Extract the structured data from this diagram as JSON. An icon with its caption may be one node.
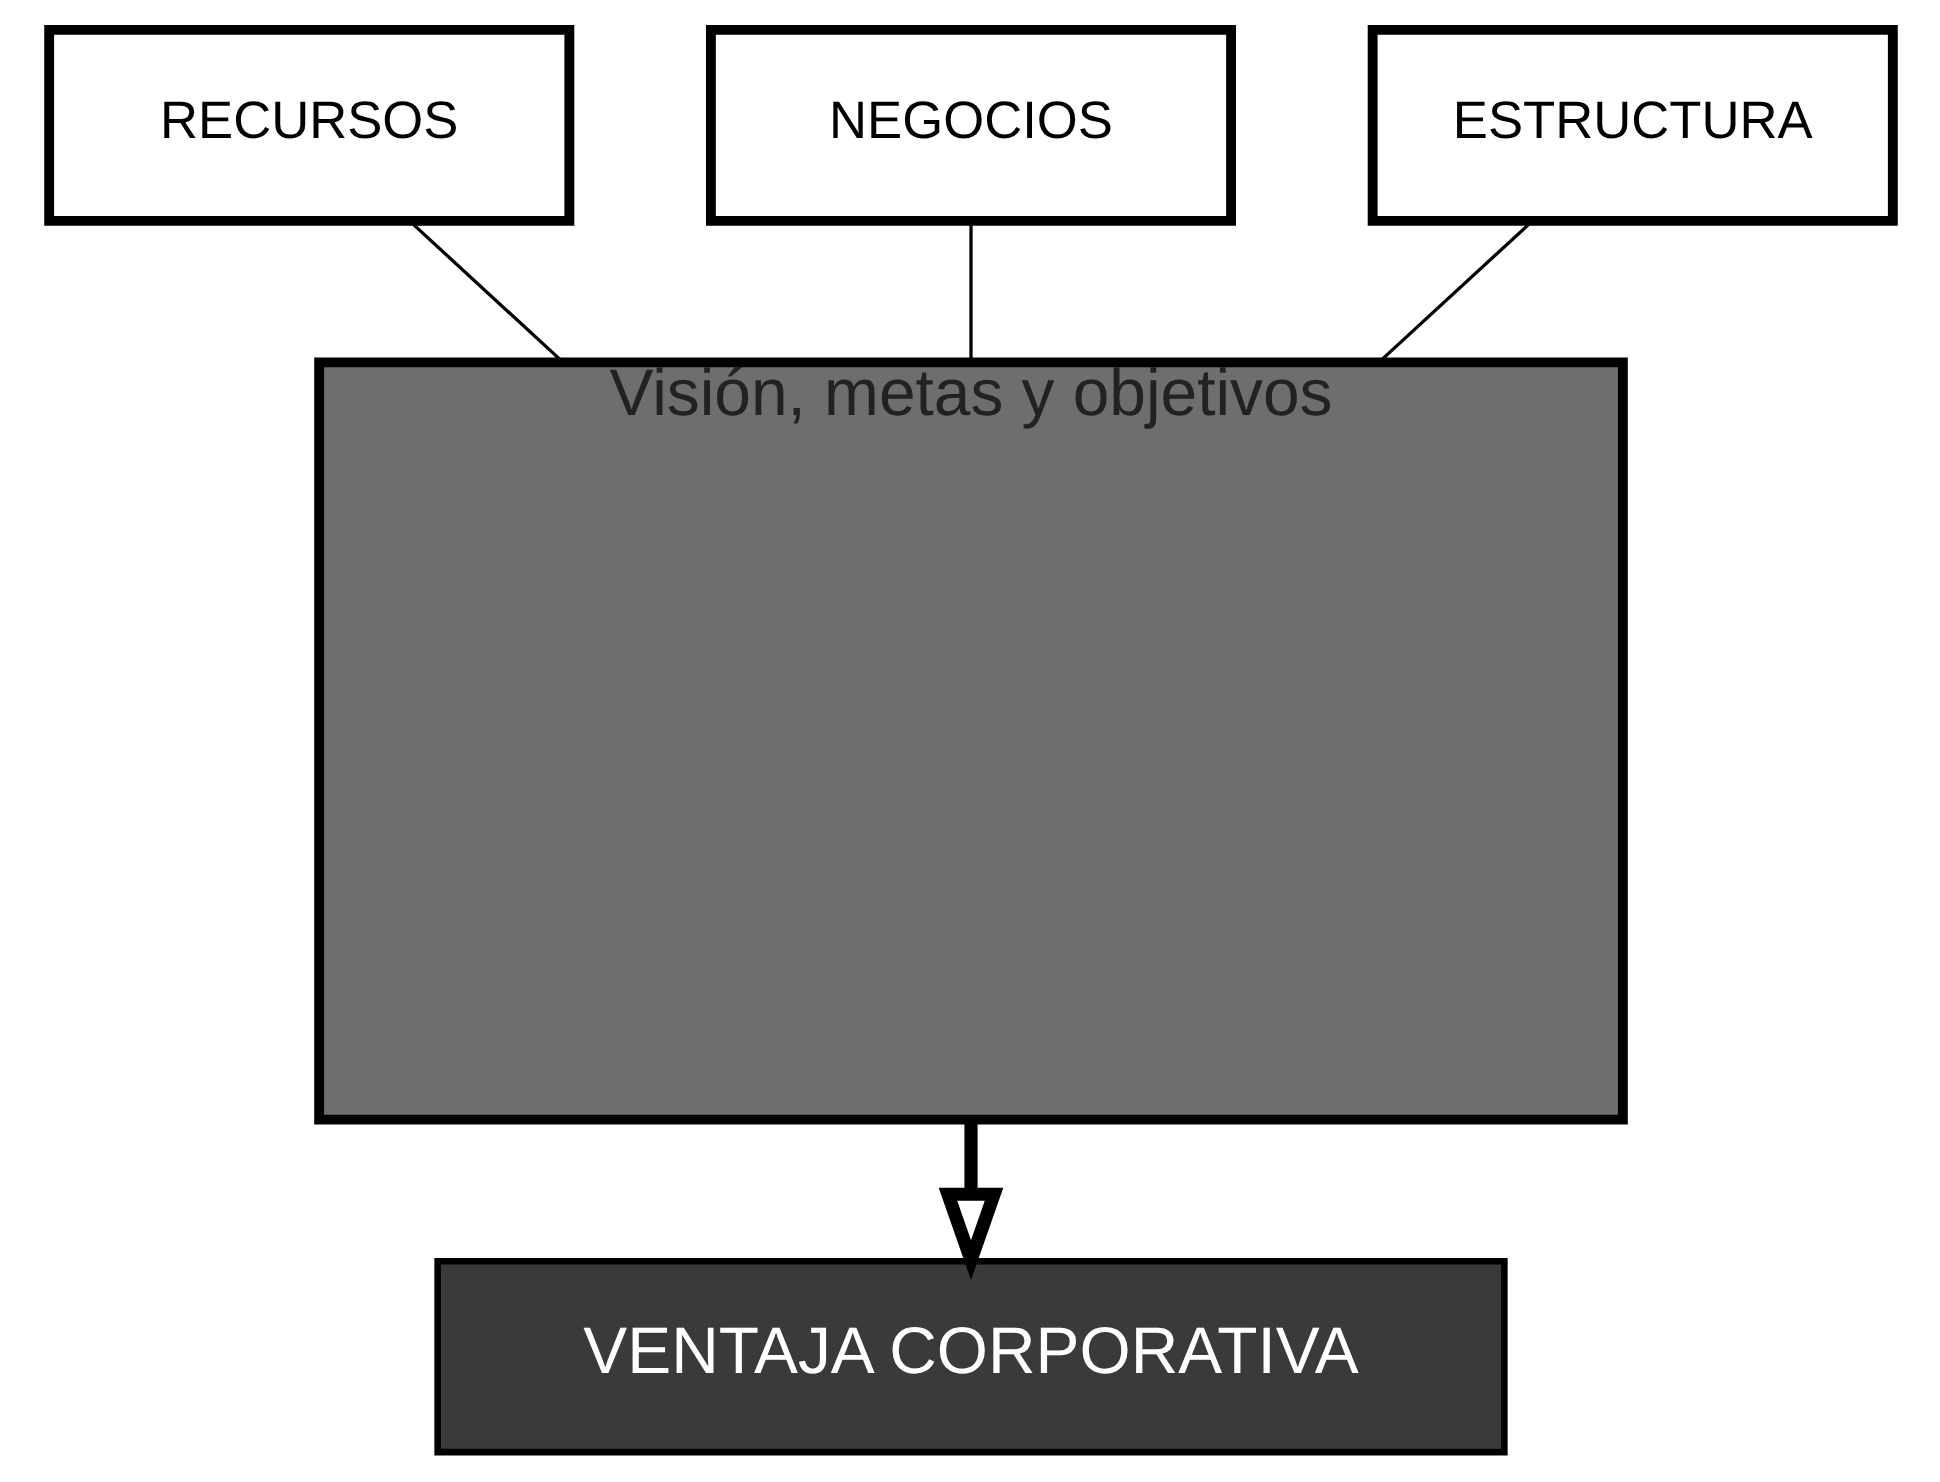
{
  "diagram": {
    "nodes": [
      {
        "text": [
          "Visión, metas y objetivos"
        ]
      },
      {
        "text": [
          "RECURSOS"
        ]
      },
      {
        "text": [
          "NEGOCIOS"
        ]
      },
      {
        "text": [
          "ESTRUCTURA"
        ]
      },
      {
        "text": [
          "VENTAJA CORPORATIVA"
        ]
      }
    ],
    "edges": [
      {
        "from": 1,
        "to": 0,
        "arrow": "none"
      },
      {
        "from": 2,
        "to": 0,
        "arrow": "none"
      },
      {
        "from": 3,
        "to": 0,
        "arrow": "none"
      },
      {
        "from": 0,
        "to": 4,
        "arrow": "to",
        "style": "thick"
      }
    ]
  }
}
